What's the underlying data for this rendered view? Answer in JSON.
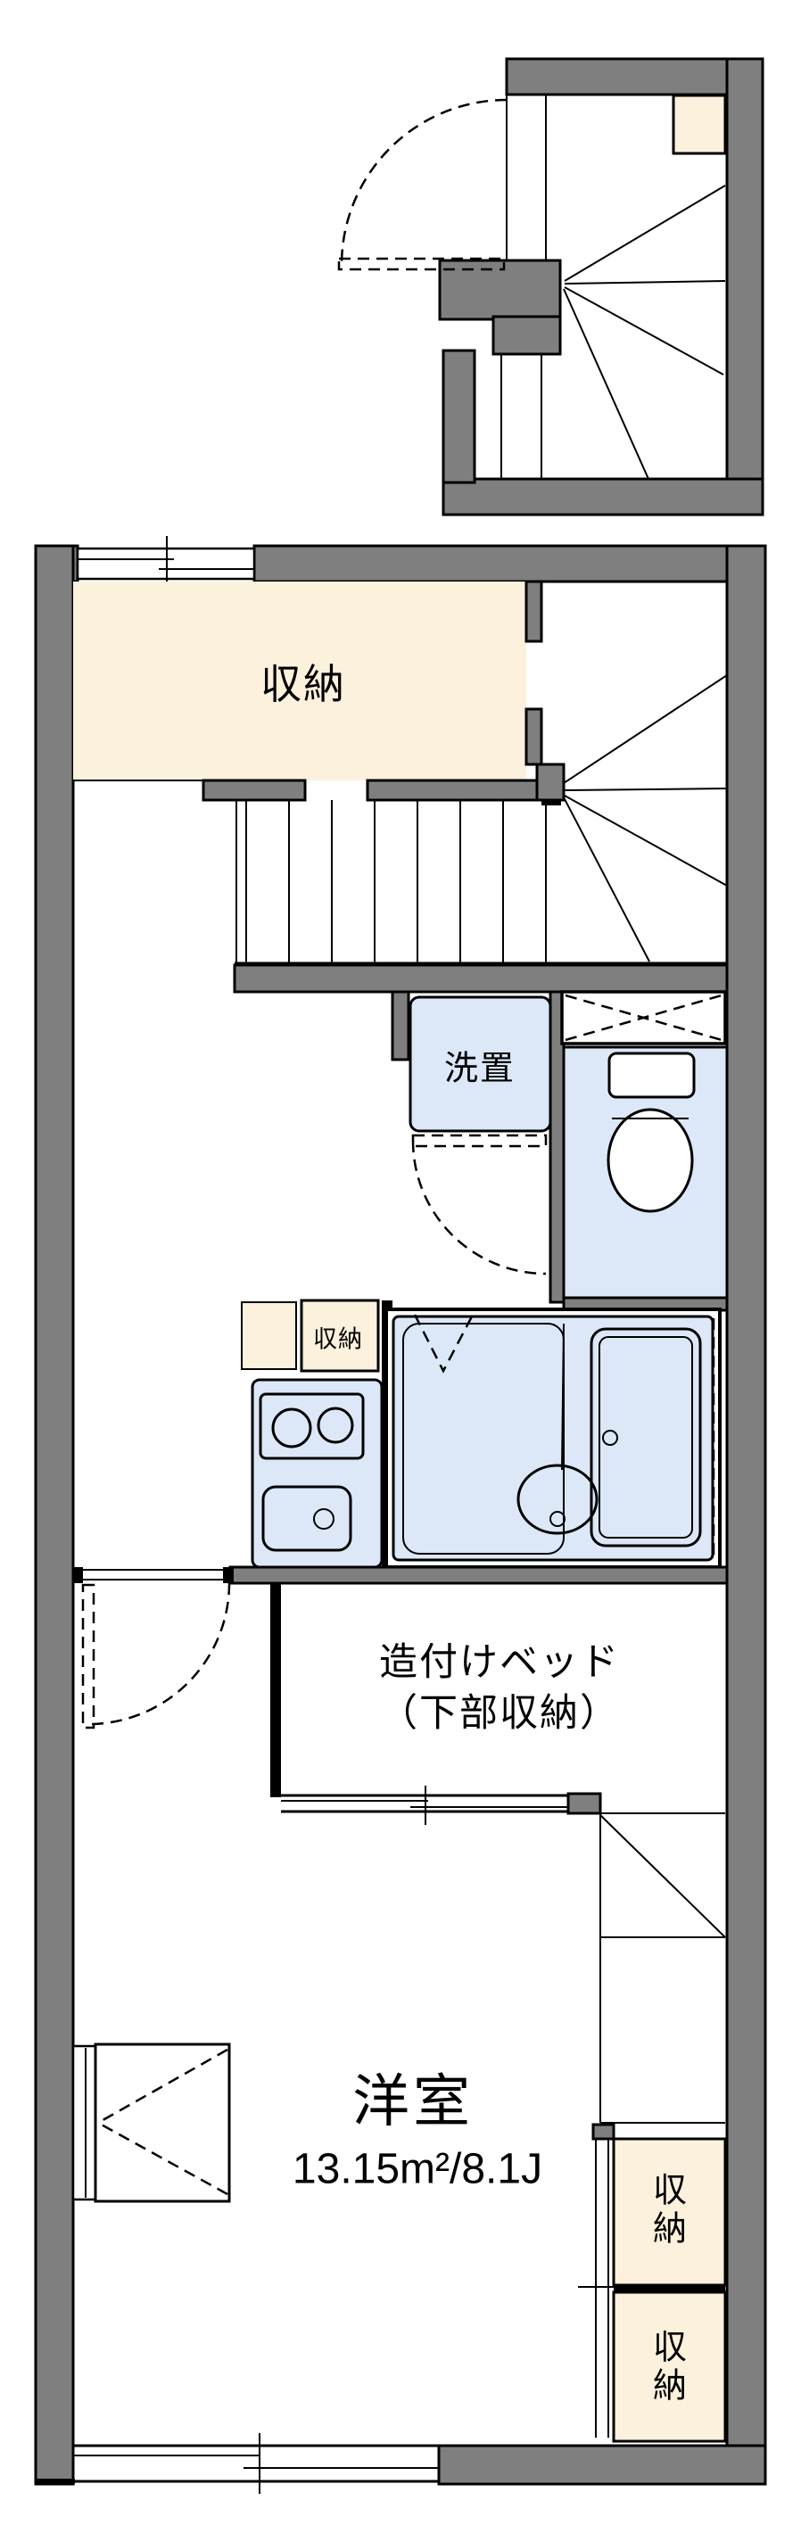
{
  "document": {
    "type": "apartment-floor-plan",
    "floors_shown": 2,
    "upper_section": "entrance-stairwell-2f",
    "lower_section": "main-unit-1f"
  },
  "rooms": {
    "storage_main": {
      "label": "収納"
    },
    "laundry_space": {
      "label": "洗置"
    },
    "kitchen_storage": {
      "label": "収納"
    },
    "built_in_bed": {
      "line1": "造付けベッド",
      "line2": "（下部収納）"
    },
    "western_room": {
      "name": "洋室",
      "area": "13.15m²/8.1J"
    },
    "storage_right_upper": {
      "label": "収納"
    },
    "storage_right_lower": {
      "label": "収納"
    }
  },
  "colors": {
    "wall_gray": "#7f7f7f",
    "storage_cream": "#fcf1dc",
    "wet_area_blue": "#dce8f7",
    "line_black": "#000000",
    "background": "#ffffff"
  }
}
